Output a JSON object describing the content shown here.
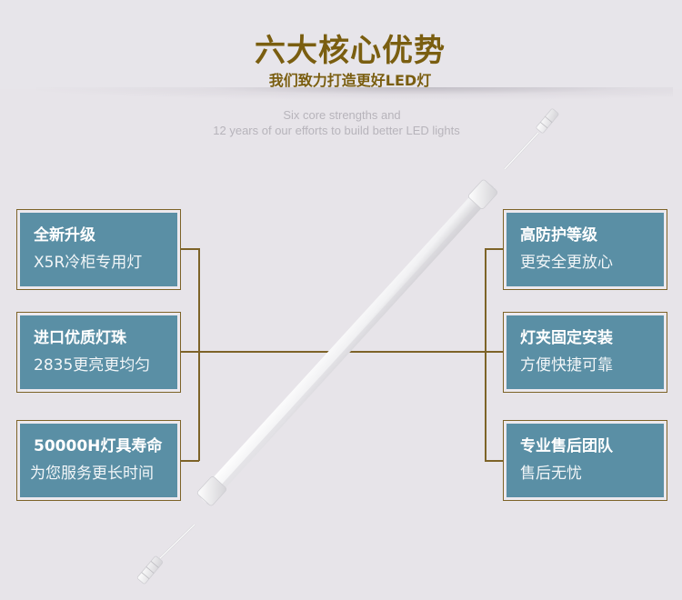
{
  "header": {
    "title": "六大核心优势",
    "subtitle": "我们致力打造更好LED灯",
    "english_line1": "Six core strengths and",
    "english_line2": "12 years of our efforts to build better LED lights"
  },
  "colors": {
    "background": "#e7e4e9",
    "accent_gold": "#7a5e10",
    "box_fill": "#5a8fa5",
    "box_border": "#7d6328",
    "english_text": "#b7b4bb"
  },
  "features": {
    "left": [
      {
        "title": "全新升级",
        "desc": "X5R冷柜专用灯"
      },
      {
        "title": "进口优质灯珠",
        "desc": "2835更亮更均匀"
      },
      {
        "title": "50000H灯具寿命",
        "desc": "为您服务更长时间"
      }
    ],
    "right": [
      {
        "title": "高防护等级",
        "desc": "更安全更放心"
      },
      {
        "title": "灯夹固定安装",
        "desc": "方便快捷可靠"
      },
      {
        "title": "专业售后团队",
        "desc": "售后无忧"
      }
    ]
  },
  "product": {
    "icon": "led-tube-icon"
  }
}
